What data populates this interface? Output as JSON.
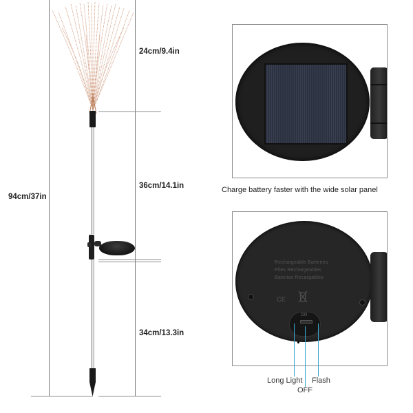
{
  "product": {
    "dimensions": {
      "total_height": "94cm/37in",
      "firework_head": "24cm/9.4in",
      "upper_pole": "36cm/14.1in",
      "lower_stake": "34cm/13.3in"
    }
  },
  "solar_panel_view": {
    "caption": "Charge battery faster with the wide solar panel"
  },
  "battery_view": {
    "back_text": {
      "line1": "Rechargeable Batteries",
      "line2": "Piles Rechargeables",
      "line3": "Baterias Recargables"
    },
    "ce_mark": "CE",
    "switch_marking": "ON",
    "switch_labels": {
      "long_light": "Long Light",
      "off": "OFF",
      "flash": "Flash"
    }
  },
  "colors": {
    "dimension_line": "#7a7a7a",
    "panel_body": "#1f1f1f",
    "solar_cell": "#2a2f3d",
    "copper_wire": "#c88a6a",
    "switch_pointer": "#3aa6c9",
    "pole": "#c8c8c8"
  }
}
